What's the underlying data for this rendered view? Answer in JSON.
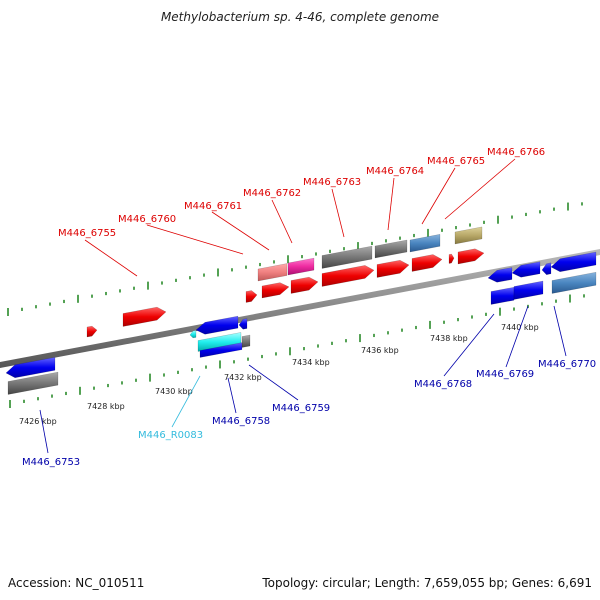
{
  "title": "Methylobacterium sp. 4-46, complete genome",
  "footer": {
    "accession": "Accession: NC_010511",
    "summary": "Topology: circular; Length: 7,659,055 bp; Genes: 6,691"
  },
  "colors": {
    "red_label": "#dd0000",
    "blue_label": "#0000aa",
    "cyan_label": "#33bbdd",
    "backbone": "#888888",
    "tick": "#2a8a2a"
  },
  "scale_labels": [
    "7426 kbp",
    "7428 kbp",
    "7430 kbp",
    "7432 kbp",
    "7434 kbp",
    "7436 kbp",
    "7438 kbp",
    "7440 kbp"
  ],
  "gene_labels": {
    "top": [
      "M446_6755",
      "M446_6760",
      "M446_6761",
      "M446_6762",
      "M446_6763",
      "M446_6764",
      "M446_6765",
      "M446_6766"
    ],
    "bottom": [
      "M446_6753",
      "M446_R0083",
      "M446_6758",
      "M446_6759",
      "M446_6768",
      "M446_6769",
      "M446_6770"
    ]
  }
}
